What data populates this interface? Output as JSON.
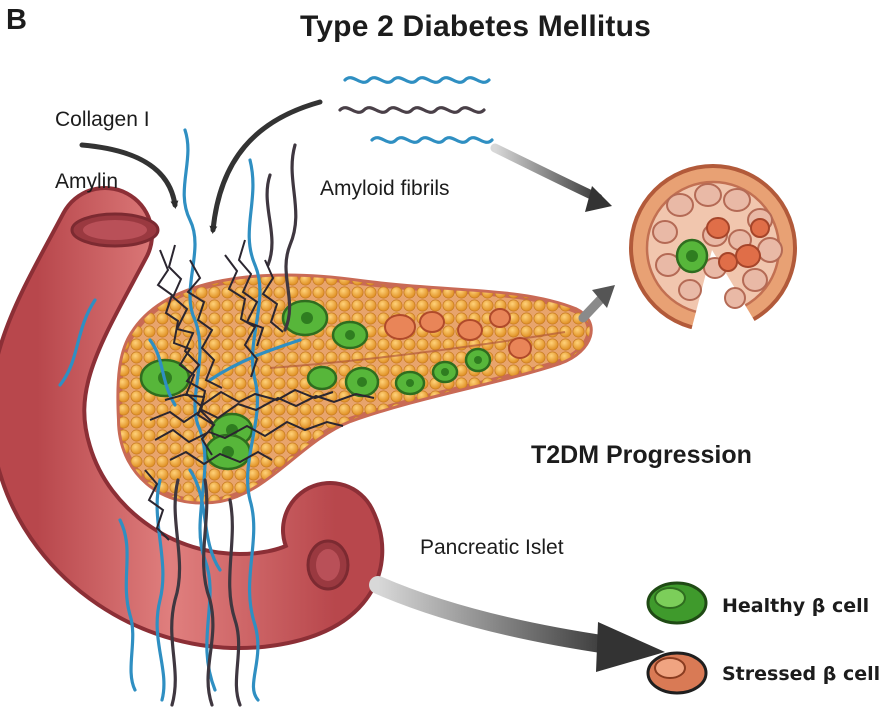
{
  "panel_letter": "B",
  "title": "Type 2 Diabetes Mellitus",
  "labels": {
    "collagen": "Collagen I",
    "amylin": "Amylin",
    "amyloid_fibrils": "Amyloid fibrils",
    "progression": "T2DM Progression",
    "pancreatic_islet": "Pancreatic Islet"
  },
  "legend": [
    {
      "label": "Healthy β cell",
      "color": "#3f9a2c"
    },
    {
      "label": "Stressed β cell",
      "color": "#d97a55"
    }
  ],
  "colors": {
    "intestine": "#c9575a",
    "pancreas_tissue": "#f2a73a",
    "collagen_fiber": "#2f8fc2",
    "amyloid_fiber": "#4a4048",
    "healthy_cell": "#57b63a",
    "stressed_cell": "#e06e48"
  }
}
